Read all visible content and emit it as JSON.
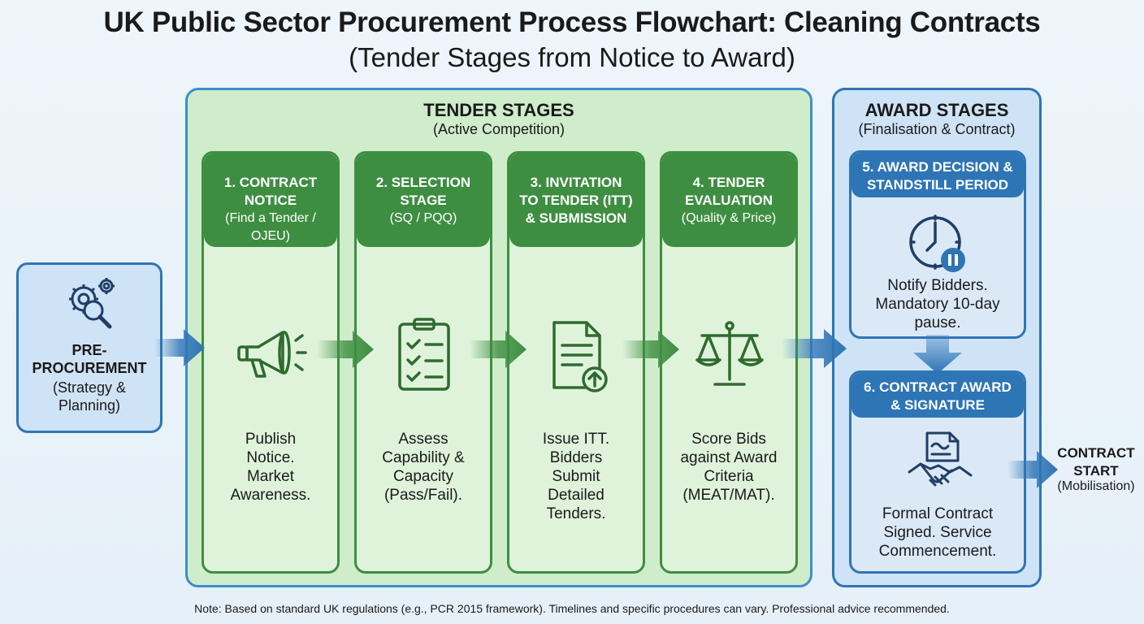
{
  "header": {
    "title": "UK Public Sector Procurement Process Flowchart: Cleaning Contracts",
    "subtitle": "(Tender Stages from Notice to Award)"
  },
  "pre_procurement": {
    "title": "PRE-\nPROCUREMENT",
    "subtitle": "(Strategy &\nPlanning)",
    "icon": "gears-magnifier-icon"
  },
  "tender_panel": {
    "title": "TENDER STAGES",
    "subtitle": "(Active Competition)",
    "stages": [
      {
        "heading": "1. CONTRACT\nNOTICE",
        "sub": "(Find a Tender /\nOJEU)",
        "icon": "megaphone-icon",
        "description": "Publish\nNotice.\nMarket\nAwareness."
      },
      {
        "heading": "2. SELECTION\nSTAGE",
        "sub": "(SQ / PQQ)",
        "icon": "clipboard-checklist-icon",
        "description": "Assess\nCapability &\nCapacity\n(Pass/Fail)."
      },
      {
        "heading": "3. INVITATION\nTO TENDER (ITT)\n& SUBMISSION",
        "sub": "",
        "icon": "document-upload-icon",
        "description": "Issue ITT.\nBidders\nSubmit\nDetailed\nTenders."
      },
      {
        "heading": "4. TENDER\nEVALUATION",
        "sub": "(Quality & Price)",
        "icon": "scales-icon",
        "description": "Score Bids\nagainst Award\nCriteria\n(MEAT/MAT)."
      }
    ]
  },
  "award_panel": {
    "title": "AWARD STAGES",
    "subtitle": "(Finalisation & Contract)",
    "stages": [
      {
        "heading": "5. AWARD DECISION &\nSTANDSTILL PERIOD",
        "icon": "clock-pause-icon",
        "description": "Notify Bidders.\nMandatory 10-day\npause."
      },
      {
        "heading": "6. CONTRACT AWARD\n& SIGNATURE",
        "icon": "handshake-contract-icon",
        "description": "Formal Contract\nSigned. Service\nCommencement."
      }
    ]
  },
  "end": {
    "title": "CONTRACT\nSTART",
    "subtitle": "(Mobilisation)"
  },
  "note": "Note: Based on standard UK regulations (e.g., PCR 2015 framework). Timelines and specific procedures can vary. Professional advice recommended.",
  "colors": {
    "green_dark": "#3e8e41",
    "green_light": "#cfeccb",
    "blue_dark": "#2e75b6",
    "blue_light": "#cfe3f6"
  }
}
